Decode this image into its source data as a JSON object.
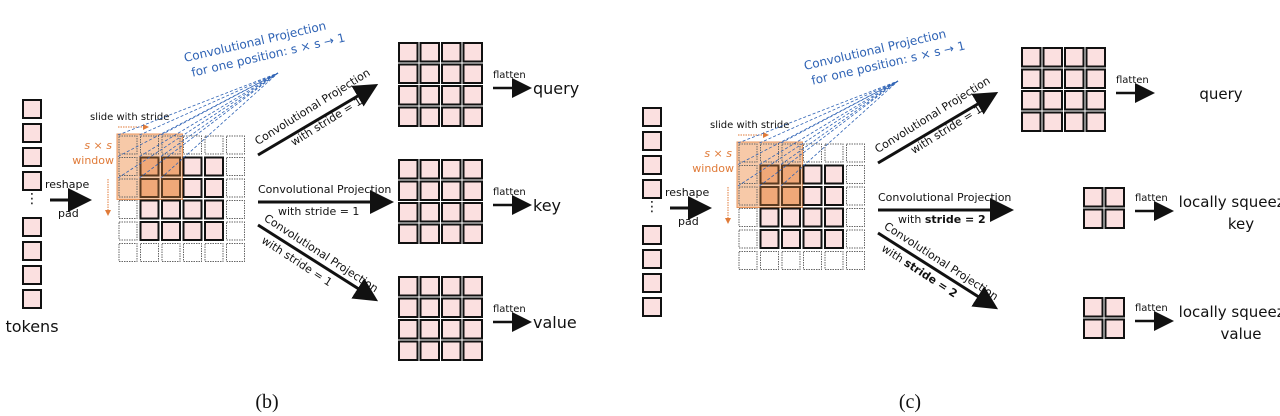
{
  "colors": {
    "token_fill": "#fbe0e0",
    "token_stroke": "#111111",
    "window_fill": "#f0a878",
    "window_light": "#f7c9a8",
    "window_stroke": "#e8955c",
    "orange_text": "#e07b39",
    "blue_text": "#2f63b5",
    "pad_stroke": "#666666"
  },
  "panels": [
    {
      "id": "b",
      "caption": "(b)",
      "tokens_label": "tokens",
      "ellipsis": "⋮",
      "reshape_label": "reshape",
      "pad_label": "pad",
      "slide_label": "slide with stride",
      "window_label_1": "s × s",
      "window_label_2": "window",
      "conv_note_1": "Convolutional Projection",
      "conv_note_2": "for one position: s × s → 1",
      "branches": [
        {
          "name": "query",
          "proj_label": "Convolutional Projection",
          "stride_prefix": "with ",
          "stride_value": "stride = 1",
          "stride_bold": false,
          "flatten_label": "flatten",
          "output_label_1": "query",
          "output_label_2": "",
          "grid": 4
        },
        {
          "name": "key",
          "proj_label": "Convolutional Projection",
          "stride_prefix": "with ",
          "stride_value": "stride = 1",
          "stride_bold": false,
          "flatten_label": "flatten",
          "output_label_1": "key",
          "output_label_2": "",
          "grid": 4
        },
        {
          "name": "value",
          "proj_label": "Convolutional Projection",
          "stride_prefix": "with ",
          "stride_value": "stride = 1",
          "stride_bold": false,
          "flatten_label": "flatten",
          "output_label_1": "value",
          "output_label_2": "",
          "grid": 4
        }
      ]
    },
    {
      "id": "c",
      "caption": "(c)",
      "tokens_label": "",
      "ellipsis": "⋮",
      "reshape_label": "reshape",
      "pad_label": "pad",
      "slide_label": "slide with stride",
      "window_label_1": "s × s",
      "window_label_2": "window",
      "conv_note_1": "Convolutional Projection",
      "conv_note_2": "for one position: s × s → 1",
      "branches": [
        {
          "name": "query",
          "proj_label": "Convolutional Projection",
          "stride_prefix": "with ",
          "stride_value": "stride = 1",
          "stride_bold": false,
          "flatten_label": "flatten",
          "output_label_1": "query",
          "output_label_2": "",
          "grid": 4
        },
        {
          "name": "key",
          "proj_label": "Convolutional Projection",
          "stride_prefix": "with ",
          "stride_value": "stride = 2",
          "stride_bold": true,
          "flatten_label": "flatten",
          "output_label_1": "locally squeezed",
          "output_label_2": "key",
          "grid": 2
        },
        {
          "name": "value",
          "proj_label": "Convolutional Projection",
          "stride_prefix": "with ",
          "stride_value": "stride = 2",
          "stride_bold": true,
          "flatten_label": "flatten",
          "output_label_1": "locally squeezed",
          "output_label_2": "value",
          "grid": 2
        }
      ]
    }
  ]
}
